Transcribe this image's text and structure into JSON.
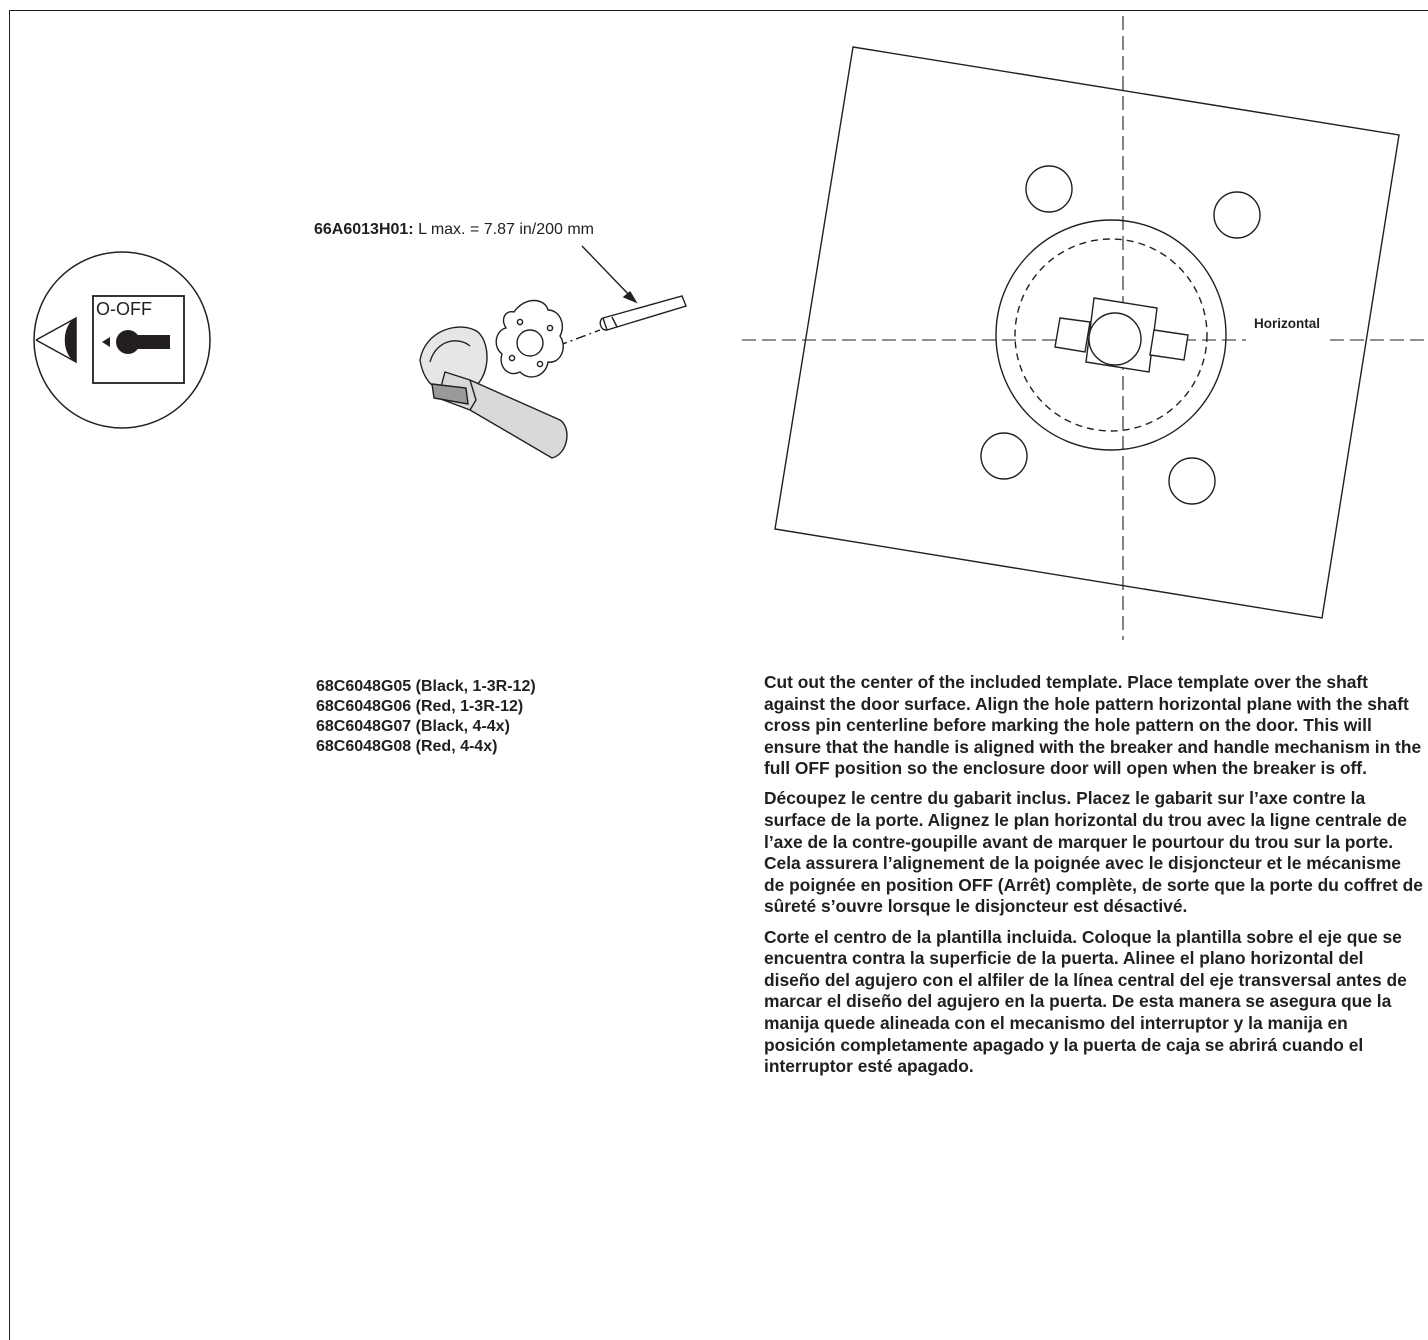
{
  "callout": {
    "part": "66A6013H01:",
    "spec": " L max. = 7.87 in/200 mm"
  },
  "switch_icon": {
    "label": "O-OFF"
  },
  "template": {
    "horizontal_label": "Horizontal"
  },
  "part_numbers": [
    "68C6048G05 (Black, 1-3R-12)",
    "68C6048G06 (Red, 1-3R-12)",
    "68C6048G07 (Black, 4-4x)",
    "68C6048G08 (Red, 4-4x)"
  ],
  "instructions": [
    "Cut out the center of the included template. Place template over the shaft against the door surface. Align the hole pattern horizontal plane with the shaft cross pin centerline before marking the hole pattern on the door. This will ensure that the handle is aligned with the breaker and handle mechanism in the full OFF position so the enclosure door will open when the breaker is off.",
    "Découpez le centre du gabarit inclus. Placez le gabarit sur l’axe contre la surface de la porte. Alignez le plan horizontal du trou avec la ligne centrale de l’axe de la contre-goupille avant de marquer le pourtour du trou sur la porte. Cela assurera l’alignement de la poignée avec le disjoncteur et le mécanisme de poignée en position OFF (Arrêt) complète, de sorte que la porte du coffret de sûreté s’ouvre lorsque le disjoncteur est désactivé.",
    "Corte el centro de la plantilla incluida. Coloque la plantilla sobre el eje que se encuentra contra la superficie de la puerta. Alinee el plano horizontal del diseño del agujero con el alfiler de la línea central del eje transversal antes de marcar el diseño del agujero en la puerta. De esta manera se asegura que la manija quede alineada con el mecanismo del interruptor y la manija en posición completamente apagado y la puerta de caja se abrirá cuando el interruptor esté apagado."
  ]
}
